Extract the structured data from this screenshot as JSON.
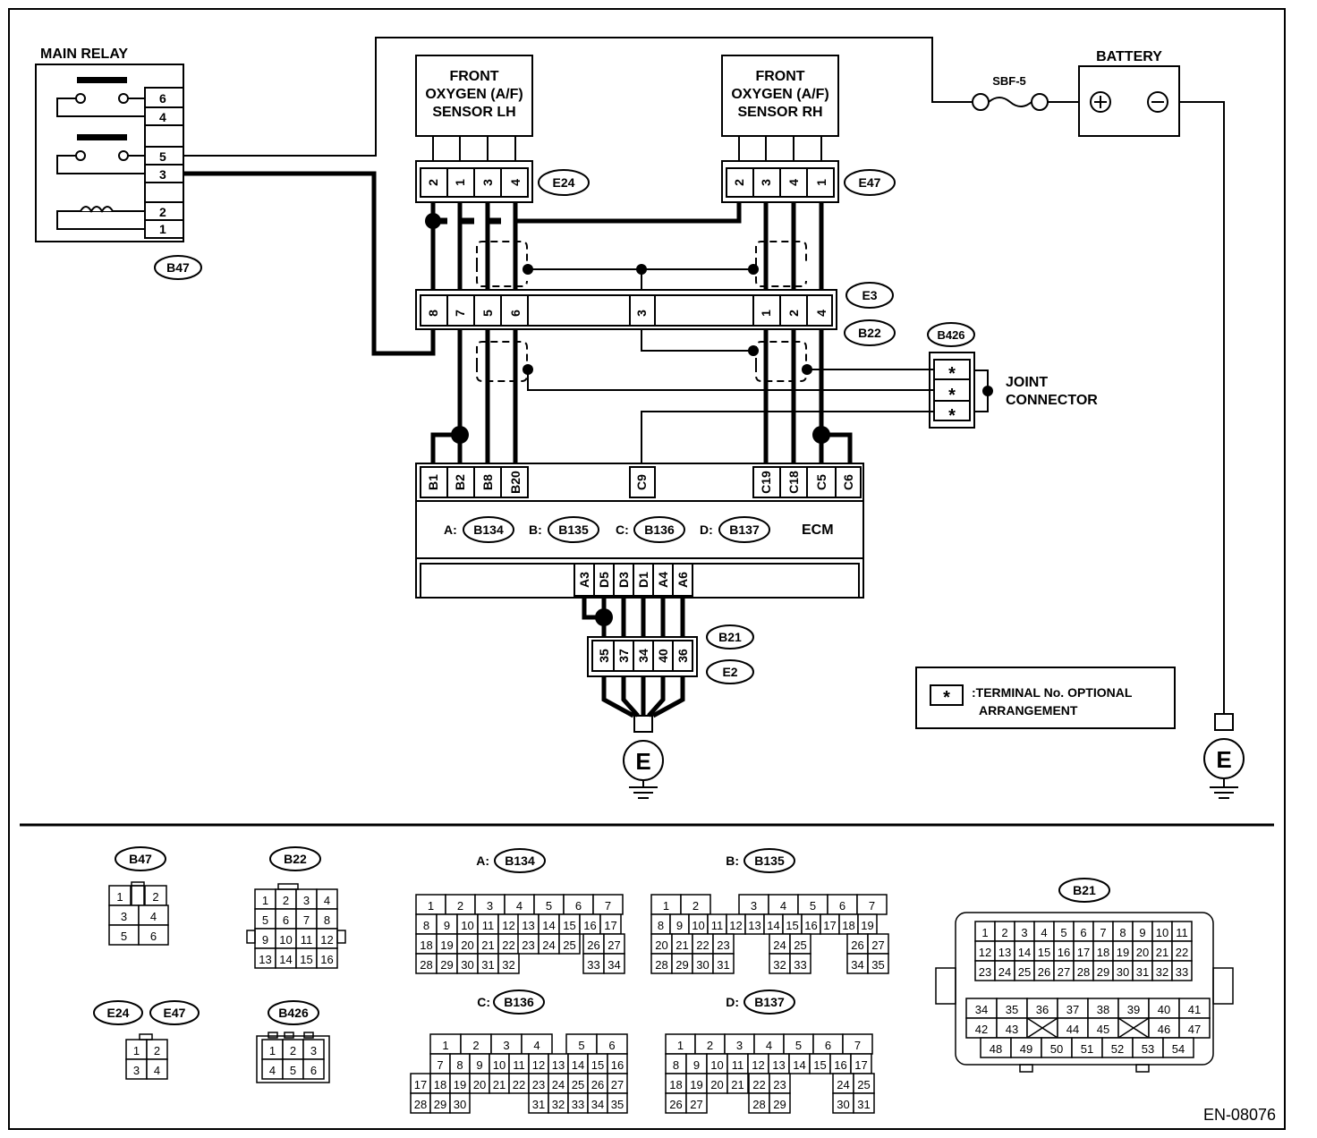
{
  "main_relay": {
    "title": "MAIN RELAY",
    "pins": [
      "6",
      "4",
      "5",
      "3",
      "2",
      "1"
    ],
    "code": "B47"
  },
  "sensor_lh": {
    "lines": [
      "FRONT",
      "OXYGEN (A/F)",
      "SENSOR LH"
    ],
    "pins": [
      "2",
      "1",
      "3",
      "4"
    ],
    "code": "E24"
  },
  "sensor_rh": {
    "lines": [
      "FRONT",
      "OXYGEN (A/F)",
      "SENSOR RH"
    ],
    "pins": [
      "2",
      "3",
      "4",
      "1"
    ],
    "code": "E47"
  },
  "fuse": "SBF-5",
  "battery": "BATTERY",
  "e3": {
    "pins": [
      "8",
      "7",
      "5",
      "6",
      "3",
      "1",
      "2",
      "4"
    ],
    "code_top": "E3",
    "code_bottom": "B22"
  },
  "joint": {
    "code": "B426",
    "label_lines": [
      "JOINT",
      "CONNECTOR"
    ],
    "pins": [
      "*",
      "*",
      "*"
    ]
  },
  "ecm": {
    "top_pins": [
      "B1",
      "B2",
      "B8",
      "B20",
      "C9",
      "C19",
      "C18",
      "C5",
      "C6"
    ],
    "connectors": [
      {
        "prefix": "A:",
        "code": "B134"
      },
      {
        "prefix": "B:",
        "code": "B135"
      },
      {
        "prefix": "C:",
        "code": "B136"
      },
      {
        "prefix": "D:",
        "code": "B137"
      }
    ],
    "name": "ECM",
    "bottom_pins": [
      "A3",
      "D5",
      "D3",
      "D1",
      "A4",
      "A6"
    ]
  },
  "b21_conn": {
    "pins": [
      "35",
      "37",
      "34",
      "40",
      "36"
    ],
    "code_top": "B21",
    "code_bottom": "E2"
  },
  "ground": "E",
  "legend": {
    "symbol": "*",
    "lines": [
      ":TERMINAL No. OPTIONAL",
      "ARRANGEMENT"
    ]
  },
  "bottom": {
    "b47": {
      "code": "B47",
      "rows": [
        [
          "1",
          "",
          "2"
        ],
        [
          "3",
          "4"
        ],
        [
          "5",
          "6"
        ]
      ]
    },
    "b22": {
      "code": "B22",
      "rows": [
        [
          "1",
          "2",
          "3",
          "4"
        ],
        [
          "5",
          "6",
          "7",
          "8"
        ],
        [
          "9",
          "10",
          "11",
          "12"
        ],
        [
          "13",
          "14",
          "15",
          "16"
        ]
      ]
    },
    "e24": "E24",
    "e47": "E47",
    "e24_rows": [
      [
        "1",
        "2"
      ],
      [
        "3",
        "4"
      ]
    ],
    "b426": {
      "code": "B426",
      "rows": [
        [
          "1",
          "2",
          "3"
        ],
        [
          "4",
          "5",
          "6"
        ]
      ]
    },
    "a_b134": {
      "prefix": "A:",
      "code": "B134",
      "rows": [
        [
          "1",
          "2",
          "3",
          "4",
          "5",
          "6",
          "7"
        ],
        [
          "8",
          "9",
          "10",
          "11",
          "12",
          "13",
          "14",
          "15",
          "16",
          "17"
        ],
        [
          "18",
          "19",
          "20",
          "21",
          "22",
          "23",
          "24",
          "25",
          "26",
          "27"
        ],
        [
          "28",
          "29",
          "30",
          "31",
          "32",
          "33",
          "34"
        ]
      ]
    },
    "b_b135": {
      "prefix": "B:",
      "code": "B135",
      "rows": [
        [
          "1",
          "2",
          "3",
          "4",
          "5",
          "6",
          "7"
        ],
        [
          "8",
          "9",
          "10",
          "11",
          "12",
          "13",
          "14",
          "15",
          "16",
          "17",
          "18",
          "19"
        ],
        [
          "20",
          "21",
          "22",
          "23",
          "24",
          "25",
          "26",
          "27"
        ],
        [
          "28",
          "29",
          "30",
          "31",
          "32",
          "33",
          "34",
          "35"
        ]
      ]
    },
    "c_b136": {
      "prefix": "C:",
      "code": "B136",
      "rows": [
        [
          "1",
          "2",
          "3",
          "4",
          "5",
          "6"
        ],
        [
          "7",
          "8",
          "9",
          "10",
          "11",
          "12",
          "13",
          "14",
          "15",
          "16"
        ],
        [
          "17",
          "18",
          "19",
          "20",
          "21",
          "22",
          "23",
          "24",
          "25",
          "26",
          "27"
        ],
        [
          "28",
          "29",
          "30",
          "31",
          "32",
          "33",
          "34",
          "35"
        ]
      ]
    },
    "d_b137": {
      "prefix": "D:",
      "code": "B137",
      "rows": [
        [
          "1",
          "2",
          "3",
          "4",
          "5",
          "6",
          "7"
        ],
        [
          "8",
          "9",
          "10",
          "11",
          "12",
          "13",
          "14",
          "15",
          "16",
          "17"
        ],
        [
          "18",
          "19",
          "20",
          "21",
          "22",
          "23",
          "24",
          "25"
        ],
        [
          "26",
          "27",
          "28",
          "29",
          "30",
          "31"
        ]
      ]
    },
    "b21": {
      "code": "B21",
      "rows": [
        [
          "1",
          "2",
          "3",
          "4",
          "5",
          "6",
          "7",
          "8",
          "9",
          "10",
          "11"
        ],
        [
          "12",
          "13",
          "14",
          "15",
          "16",
          "17",
          "18",
          "19",
          "20",
          "21",
          "22"
        ],
        [
          "23",
          "24",
          "25",
          "26",
          "27",
          "28",
          "29",
          "30",
          "31",
          "32",
          "33"
        ],
        [
          "34",
          "35",
          "36",
          "37",
          "38",
          "39",
          "40",
          "41"
        ],
        [
          "42",
          "43",
          "44",
          "45",
          "46",
          "47"
        ],
        [
          "48",
          "49",
          "50",
          "51",
          "52",
          "53",
          "54"
        ]
      ]
    }
  },
  "doc_id": "EN-08076"
}
